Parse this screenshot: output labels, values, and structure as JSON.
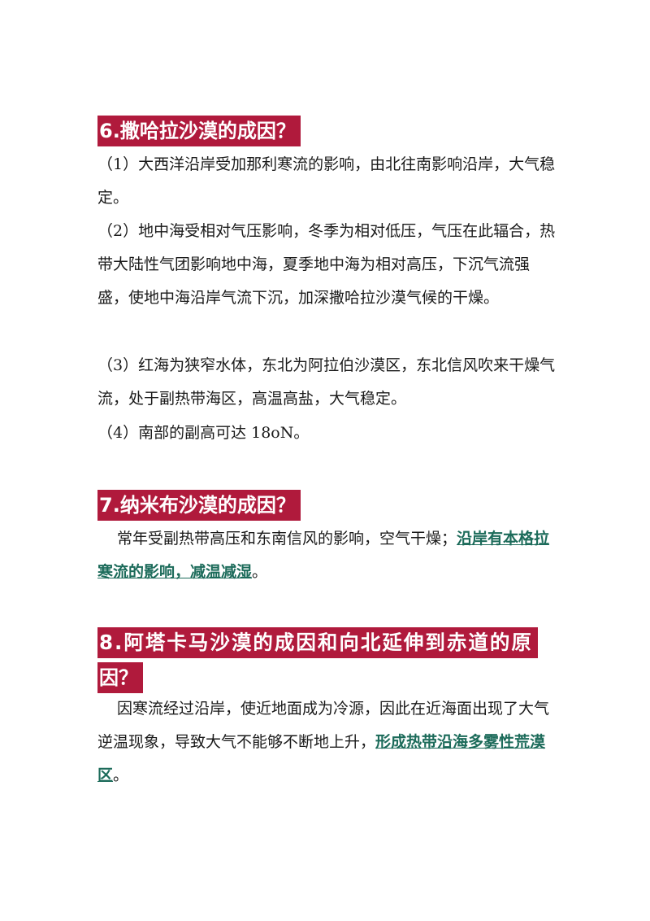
{
  "section6": {
    "title": "6.撒哈拉沙漠的成因？",
    "items": [
      "（1）大西洋沿岸受加那利寒流的影响，由北往南影响沿岸，大气稳定。",
      "（2）地中海受相对气压影响，冬季为相对低压，气压在此辐合，热带大陆性气团影响地中海，夏季地中海为相对高压，下沉气流强盛，使地中海沿岸气流下沉，加深撒哈拉沙漠气候的干燥。",
      "（3）红海为狭窄水体，东北为阿拉伯沙漠区，东北信风吹来干燥气流，处于副热带海区，高温高盐，大气稳定。",
      "（4）南部的副高可达 18oN。"
    ]
  },
  "section7": {
    "title": "7.纳米布沙漠的成因？",
    "text_before": "常年受副热带高压和东南信风的影响，空气干燥；",
    "highlight": "沿岸有本格拉寒流的影响，减温减湿",
    "text_after": "。"
  },
  "section8": {
    "title_line1": "8.阿塔卡马沙漠的成因和向北延伸到赤道的原",
    "title_line2": "因？",
    "text_before": "因寒流经过沿岸，使近地面成为冷源，因此在近海面出现了大气逆温现象，导致大气不能够不断地上升，",
    "highlight": "形成热带沿海多雾性荒漠区",
    "text_after": "。"
  }
}
